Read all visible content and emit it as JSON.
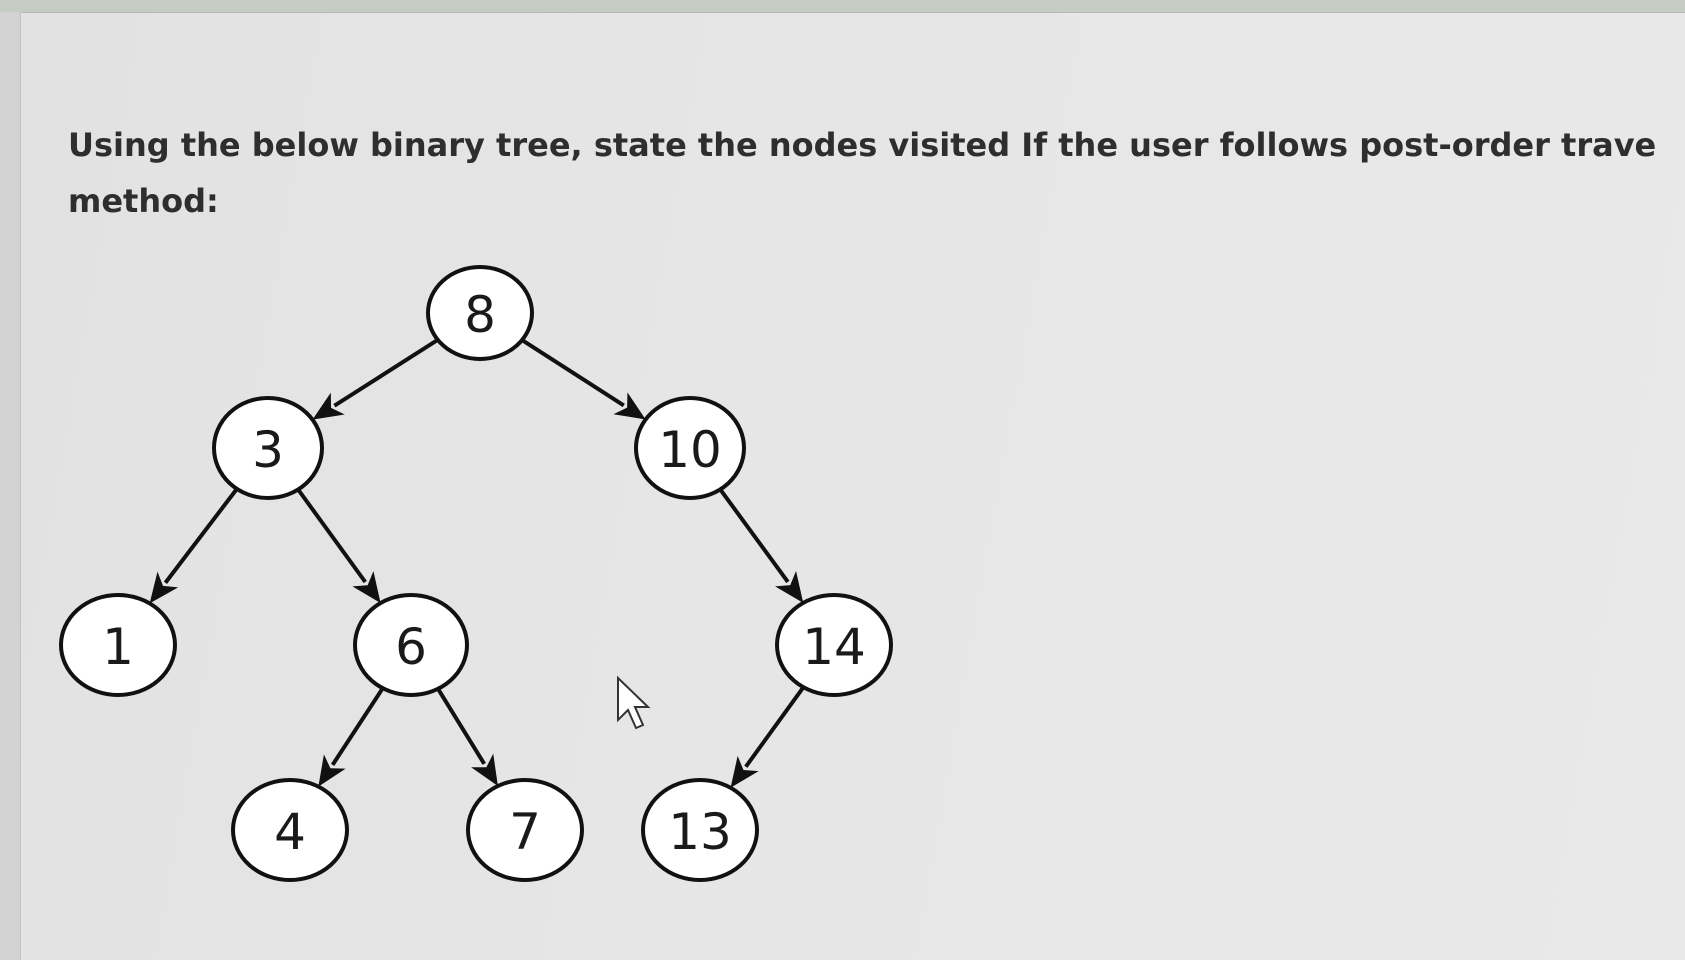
{
  "question": {
    "line1": "Using the below binary tree, state the nodes visited If the user follows post-order trave",
    "line2": "method:"
  },
  "tree": {
    "nodes": [
      {
        "id": "n8",
        "label": "8"
      },
      {
        "id": "n3",
        "label": "3"
      },
      {
        "id": "n10",
        "label": "10"
      },
      {
        "id": "n1",
        "label": "1"
      },
      {
        "id": "n6",
        "label": "6"
      },
      {
        "id": "n14",
        "label": "14"
      },
      {
        "id": "n4",
        "label": "4"
      },
      {
        "id": "n7",
        "label": "7"
      },
      {
        "id": "n13",
        "label": "13"
      }
    ],
    "edges": [
      {
        "from": "n8",
        "to": "n3"
      },
      {
        "from": "n8",
        "to": "n10"
      },
      {
        "from": "n3",
        "to": "n1"
      },
      {
        "from": "n3",
        "to": "n6"
      },
      {
        "from": "n10",
        "to": "n14"
      },
      {
        "from": "n6",
        "to": "n4"
      },
      {
        "from": "n6",
        "to": "n7"
      },
      {
        "from": "n14",
        "to": "n13"
      }
    ]
  },
  "icons": {
    "cursor": "mouse-pointer-icon"
  },
  "colors": {
    "text": "#2e2e2e",
    "node_fill": "#ffffff",
    "node_stroke": "#111111",
    "background": "#e4e4e4"
  }
}
